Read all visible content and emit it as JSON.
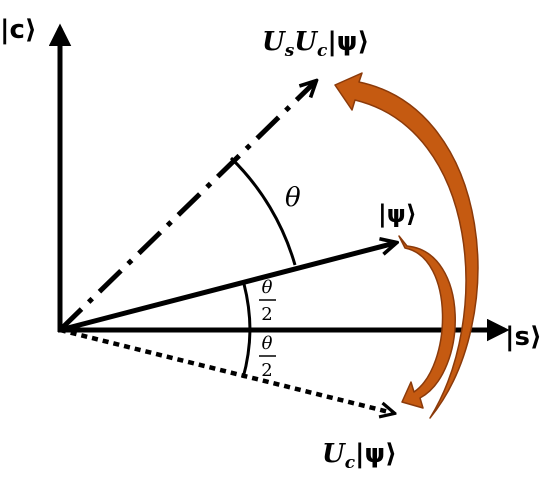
{
  "axes": {
    "vertical_label": "|c⟩",
    "horizontal_label": "|s⟩"
  },
  "vectors": {
    "psi_label": "|ψ⟩",
    "uc_psi": {
      "op": "U",
      "sub": "c",
      "ket": "|ψ⟩"
    },
    "usuc_psi": {
      "op1": "U",
      "sub1": "s",
      "op2": "U",
      "sub2": "c",
      "ket": "|ψ⟩"
    }
  },
  "angles": {
    "theta": "θ",
    "half_theta_num": "θ",
    "half_theta_den": "2"
  },
  "colors": {
    "stroke": "#000000",
    "reflection_arrow": "#C55A11",
    "reflection_arrow_edge": "#8B3A0A"
  }
}
